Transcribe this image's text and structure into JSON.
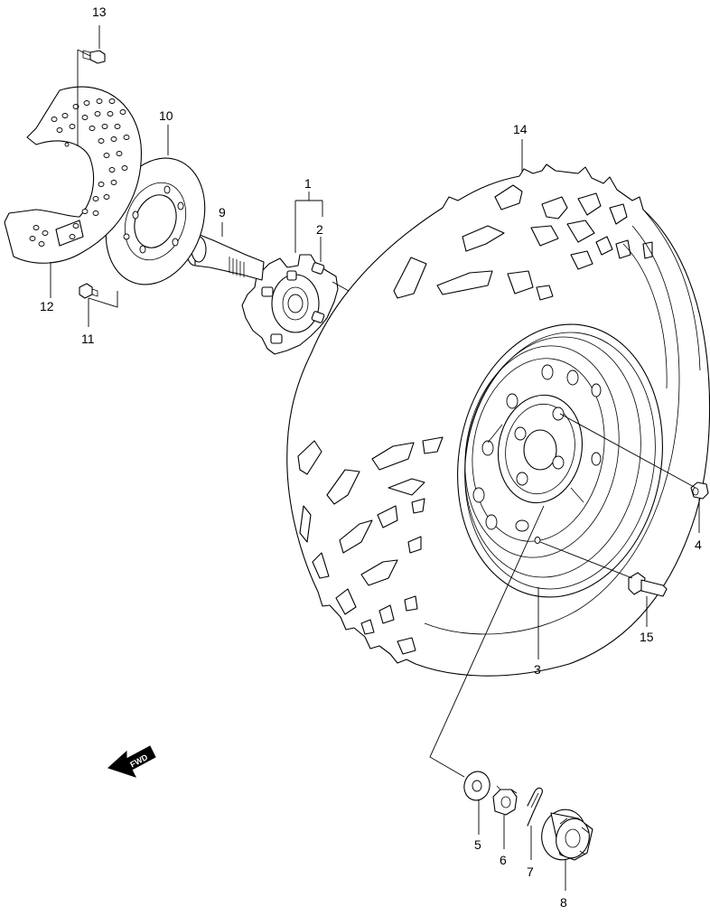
{
  "callouts": {
    "c1": "1",
    "c2": "2",
    "c3": "3",
    "c4": "4",
    "c5": "5",
    "c6": "6",
    "c7": "7",
    "c8": "8",
    "c9": "9",
    "c10": "10",
    "c11": "11",
    "c12": "12",
    "c13": "13",
    "c14": "14",
    "c15": "15"
  },
  "fwd_label": "FWD",
  "colors": {
    "line": "#000000",
    "background": "#ffffff"
  }
}
